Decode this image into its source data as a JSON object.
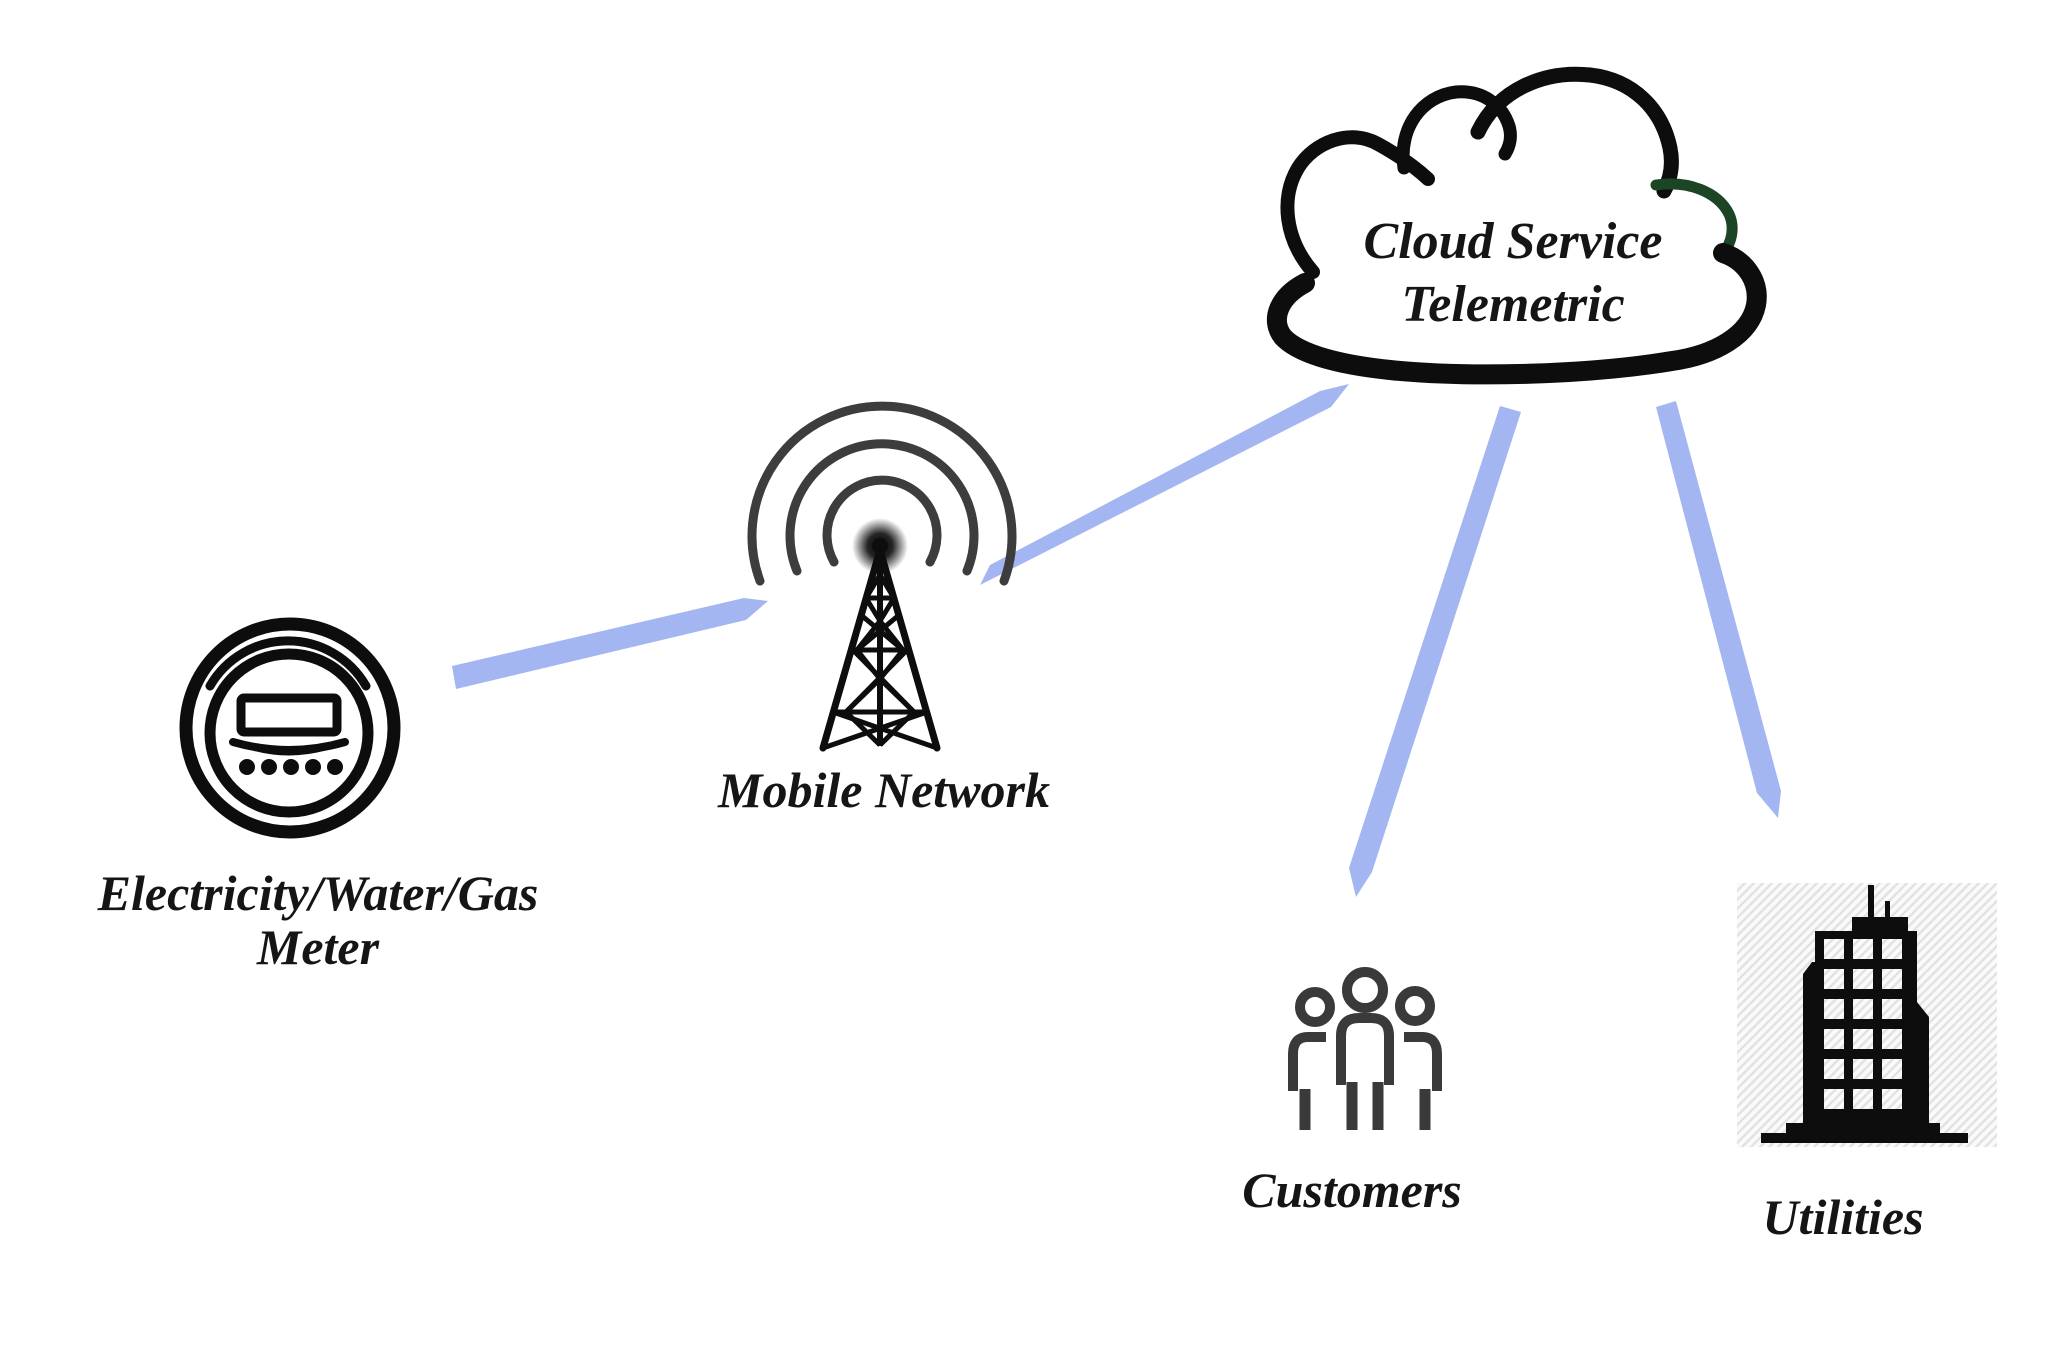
{
  "canvas": {
    "background": "#ffffff"
  },
  "colors": {
    "connector": "#a3b6f1",
    "ink": "#0d0d0d",
    "tower_gray": "#3d3d3d",
    "people_gray": "#3a3a3a",
    "cloud_edge_green": "#1c4526",
    "hatch_gray": "#e2e2e2",
    "hatch_bg": "#fafafa",
    "label_color": "#151515"
  },
  "nodes": {
    "meter": {
      "icon": "utility-meter-icon",
      "label_line1": "Electricity/Water/Gas",
      "label_line2": "Meter"
    },
    "mobile_network": {
      "icon": "cell-tower-icon",
      "label": "Mobile Network"
    },
    "cloud": {
      "icon": "cloud-shape",
      "label_line1": "Cloud Service",
      "label_line2": "Telemetric"
    },
    "customers": {
      "icon": "people-group-icon",
      "label": "Customers"
    },
    "utilities": {
      "icon": "office-building-icon",
      "label": "Utilities"
    }
  },
  "edges": [
    {
      "from": "meter",
      "to": "mobile_network"
    },
    {
      "from": "mobile_network",
      "to": "cloud"
    },
    {
      "from": "cloud",
      "to": "customers"
    },
    {
      "from": "cloud",
      "to": "utilities"
    }
  ]
}
